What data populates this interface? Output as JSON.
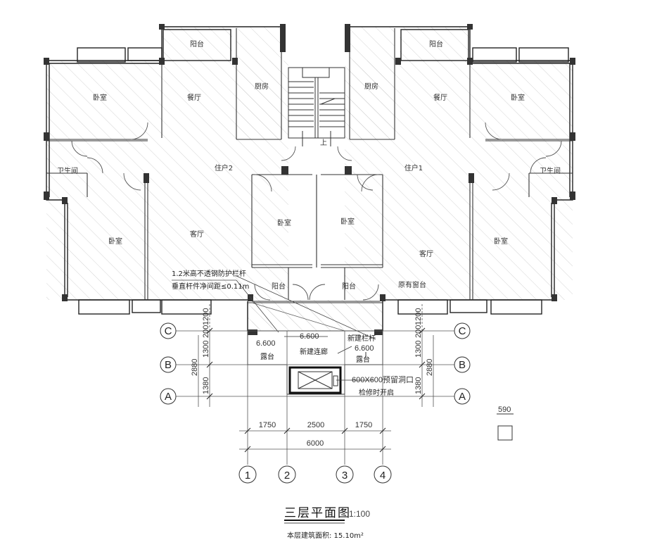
{
  "rooms": {
    "balcony_top_left": "阳台",
    "balcony_top_right": "阳台",
    "bedroom_tl": "卧室",
    "dining_left": "餐厅",
    "kitchen_left": "厨房",
    "kitchen_right": "厨房",
    "dining_right": "餐厅",
    "bedroom_tr": "卧室",
    "bath_left": "卫生间",
    "bath_right": "卫生间",
    "unit2": "住户2",
    "unit1": "住户1",
    "living_left": "客厅",
    "living_right": "客厅",
    "bedroom_bl": "卧室",
    "bedroom_br": "卧室",
    "bedroom_cl": "卧室",
    "bedroom_cr": "卧室",
    "balcony_bl": "阳台",
    "balcony_br": "阳台",
    "bay_window": "原有窗台",
    "stair_up": "上"
  },
  "notes": {
    "railing_1": "1.2米高不透钢防护栏杆",
    "railing_2": "垂直杆件净间距≤0.11m",
    "elev_1": "6.600",
    "elev_2": "6.600",
    "elev_3": "6.600",
    "platform_left": "露台",
    "platform_right": "露台",
    "new_corridor": "新建连廊",
    "new_railing": "新建栏杆",
    "hole_1": "600X600预留洞口",
    "hole_2": "检修时开启"
  },
  "axes": {
    "rows": [
      "C",
      "B",
      "A"
    ],
    "cols": [
      "1",
      "2",
      "3",
      "4"
    ]
  },
  "dims": {
    "span_1": "1750",
    "span_2": "2500",
    "span_3": "1750",
    "total": "6000",
    "v_1300": "1300",
    "v_200": "200",
    "v_1200": "1200",
    "v_2880": "2880",
    "v_1380": "1380",
    "legend": "590"
  },
  "title": {
    "main": "三层平面图",
    "scale": "1:100",
    "area": "本层建筑面积: 15.10m²"
  }
}
